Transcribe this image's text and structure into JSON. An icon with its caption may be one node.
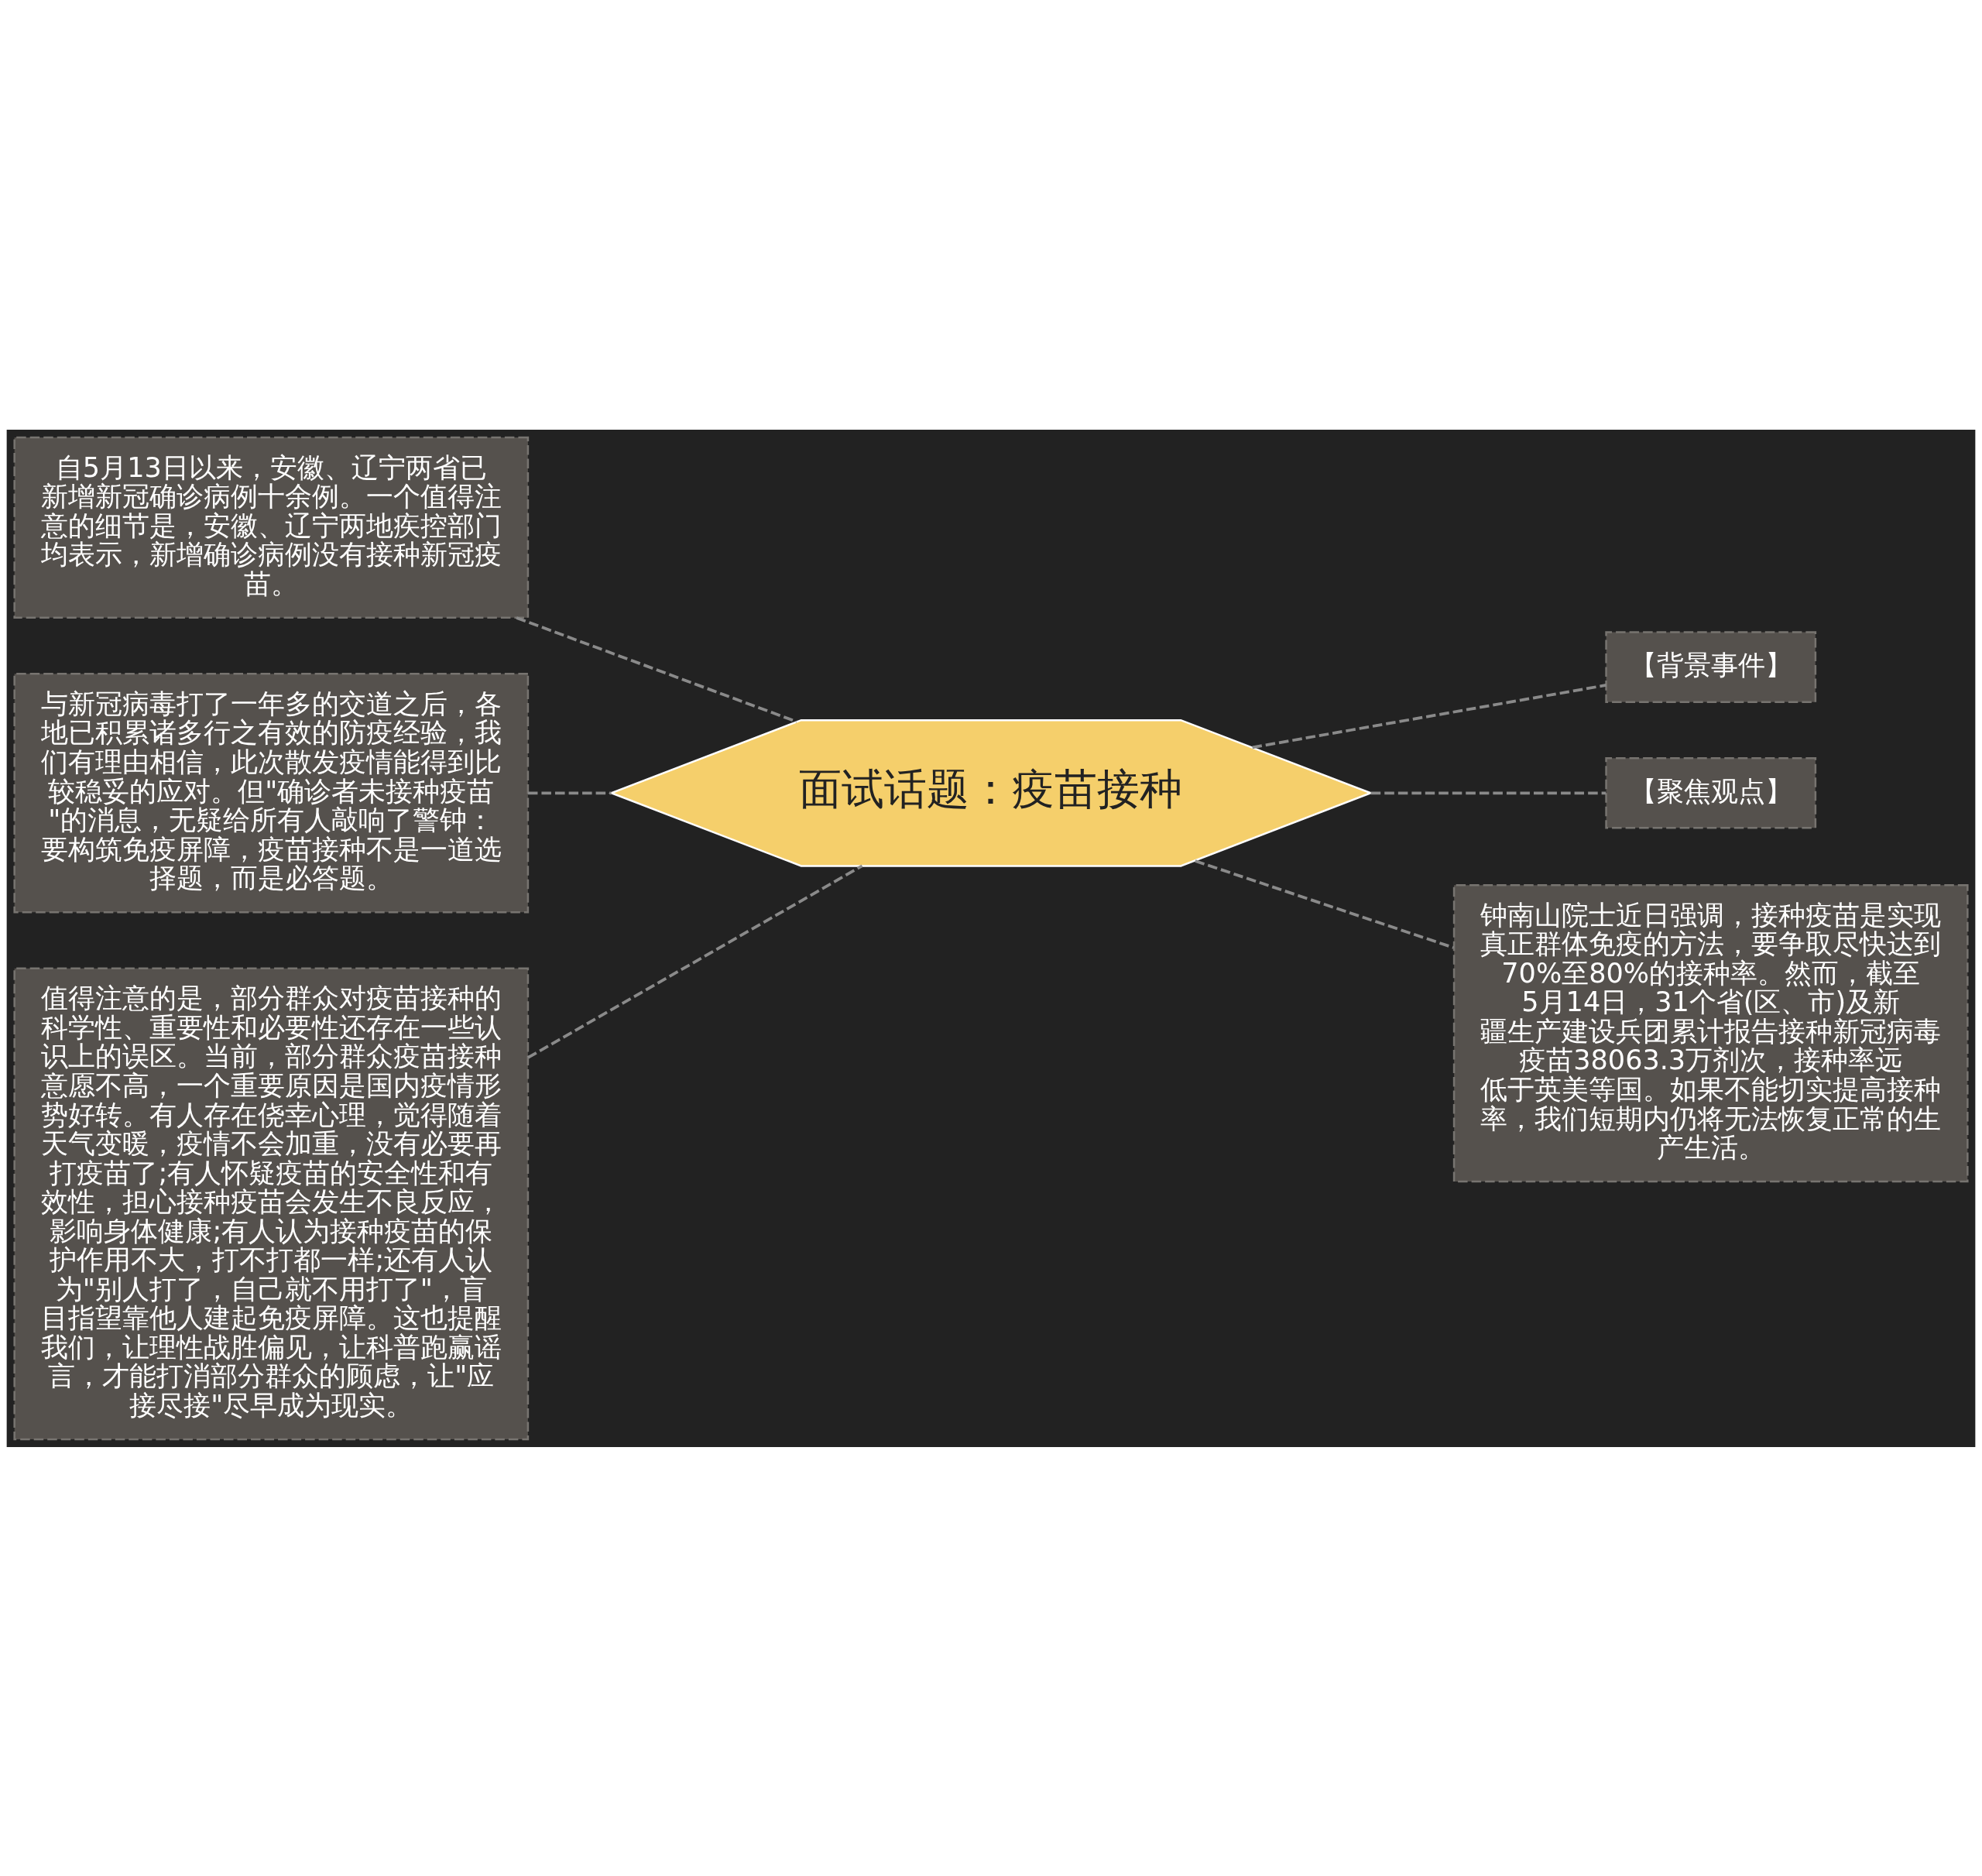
{
  "diagram": {
    "nodes": [
      {
        "text": [
          "面试话题：疫苗接种"
        ]
      },
      {
        "text": [
          "自5月13日以来，安徽、辽宁两省已新增新冠确诊病例十余例。一个值得注意的细节是，安徽、辽宁两地疾控部门均表示，新增确诊病例没有接种新冠疫苗。"
        ]
      },
      {
        "text": [
          "与新冠病毒打了一年多的交道之后，各地已积累诸多行之有效的防疫经验，我们有理由相信，此次散发疫情能得到比较稳妥的应对。但\"确诊者未接种疫苗\"的消息，无疑给所有人敲响了警钟：要构筑免疫屏障，疫苗接种不是一道选择题，而是必答题。"
        ]
      },
      {
        "text": [
          "值得注意的是，部分群众对疫苗接种的科学性、重要性和必要性还存在一些认识上的误区。当前，部分群众疫苗接种意愿不高，一个重要原因是国内疫情形势好转。有人存在侥幸心理，觉得随着天气变暖，疫情不会加重，没有必要再打疫苗了;有人怀疑疫苗的安全性和有效性，担心接种疫苗会发生不良反应，影响身体健康;有人认为接种疫苗的保护作用不大，打不打都一样;还有人认为\"别人打了，自己就不用打了\"，盲目指望靠他人建起免疫屏障。这也提醒我们，让理性战胜偏见，让科普跑赢谣言，才能打消部分群众的顾虑，让\"应接尽接\"尽早成为现实。"
        ]
      },
      {
        "text": [
          "【背景事件】"
        ]
      },
      {
        "text": [
          "【聚焦观点】"
        ]
      },
      {
        "text": [
          "钟南山院士近日强调，接种疫苗是实现真正群体免疫的方法，要争取尽快达到70%至80%的接种率。然而，截至5月14日，31个省(区、市)及新疆生产建设兵团累计报告接种新冠病毒疫苗38063.3万剂次，接种率远低于英美等国。如果不能切实提高接种率，我们短期内仍将无法恢复正常的生产生活。"
        ]
      }
    ],
    "edges": [
      {
        "from": 1,
        "to": 0,
        "arrow": "none",
        "style": "dashed"
      },
      {
        "from": 2,
        "to": 0,
        "arrow": "none",
        "style": "dashed"
      },
      {
        "from": 3,
        "to": 0,
        "arrow": "none",
        "style": "dashed"
      },
      {
        "from": 0,
        "to": 4,
        "arrow": "none",
        "style": "dashed"
      },
      {
        "from": 0,
        "to": 5,
        "arrow": "none",
        "style": "dashed"
      },
      {
        "from": 0,
        "to": 6,
        "arrow": "none",
        "style": "dashed"
      }
    ]
  }
}
